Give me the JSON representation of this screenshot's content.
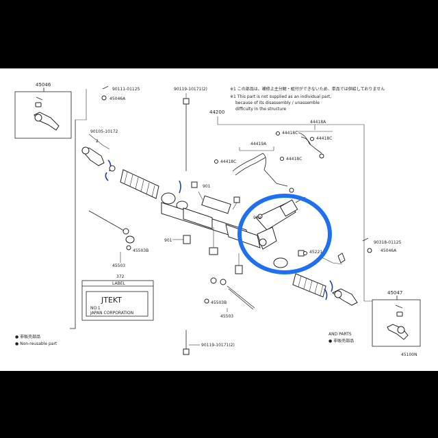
{
  "notes": {
    "jp_note": "※1 この部品は、補修上主分解・組付ができないため、単品では供給しておりません",
    "en_note_1": "※1 This part is not supplied as an individual part,",
    "en_note_2": "because of its disassembly / unassemble",
    "en_note_3": "difficulty in the structure"
  },
  "parts": {
    "p45046": "45046",
    "p45047": "45047",
    "p44200": "44200",
    "p44418A": "44418A",
    "p44418C_a": "44418C",
    "p44418C_b": "44418C",
    "p44418C_c": "44418C",
    "p44418C_d": "44418C",
    "p44419A": "44419A",
    "p45503_l": "45503",
    "p45503_r": "45503",
    "p45503B": "45503B",
    "p45046A_l": "45046A",
    "p45046A_r": "45046A",
    "p90111_l": "90111-01125",
    "p90111_r": "90318-01125",
    "p90105": "90105-10172",
    "p90119_top": "90119-10171(2)",
    "p90119_bot": "90119-10171(2)",
    "n901": "901",
    "n901b": "901",
    "n902": "902",
    "p45221": "45221",
    "bracket_2": "2"
  },
  "label_box": {
    "caption": "LABEL",
    "caption_num": "372",
    "brand": "JTEKT",
    "line1": "NO.1",
    "line2": "JAPAN CORPORATION"
  },
  "legend": {
    "item1": "● 非販売部品",
    "item2": "● Non-reusable part"
  },
  "annotations": {
    "and_parts": "AND PARTS",
    "and_parts_2": "● 非販売部品",
    "drawing_id": "45100N"
  },
  "highlight": {
    "color": "#1e6ff2"
  }
}
